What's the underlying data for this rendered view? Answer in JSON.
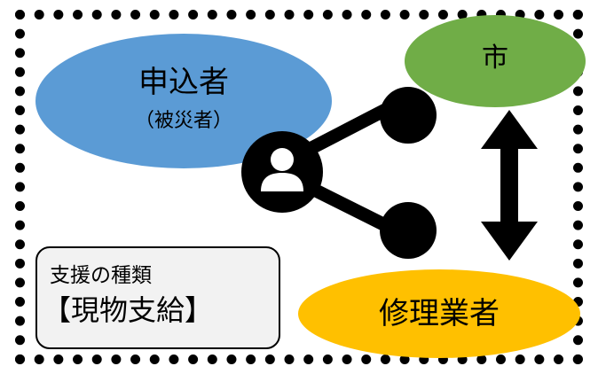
{
  "nodes": {
    "applicant": {
      "label": "申込者",
      "sublabel": "（被災者）"
    },
    "city": {
      "label": "市"
    },
    "repairer": {
      "label": "修理業者"
    }
  },
  "support_box": {
    "title": "支援の種類",
    "value": "【現物支給】"
  },
  "icons": {
    "share": "share-network-icon",
    "user": "user-icon",
    "arrow": "double-arrow-icon"
  },
  "colors": {
    "applicant": "#5b9bd5",
    "city": "#70ad47",
    "repairer": "#ffc000",
    "support_box": "#f2f2f2",
    "frame": "#000000",
    "icon": "#000000"
  }
}
